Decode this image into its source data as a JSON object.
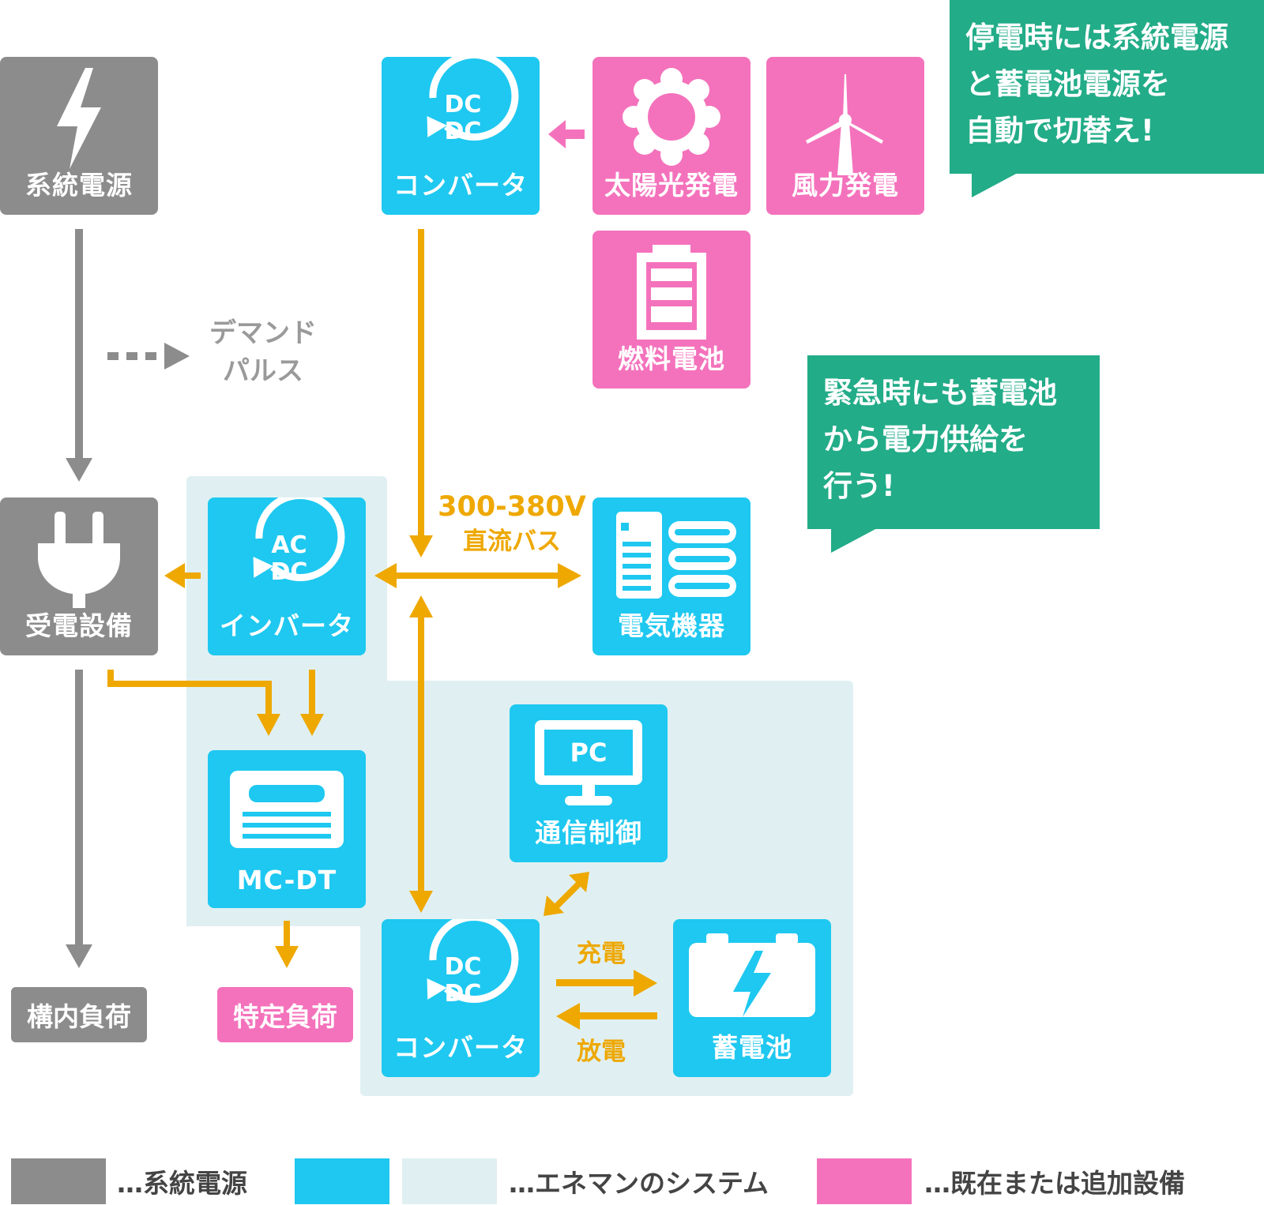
{
  "colors": {
    "grid": "#8c8c8c",
    "enerman_blue": "#1ec8f0",
    "enerman_light": "#e0f0f2",
    "additional_pink": "#f472bc",
    "arrow_orange": "#eea800",
    "bubble_green": "#22ac88"
  },
  "nodes": {
    "grid_power": {
      "label": "系統電源",
      "icon": "lightning-icon"
    },
    "dcdc_top": {
      "label": "コンバータ",
      "line1": "DC",
      "line2": "DC",
      "icon": "dcdc-cycle-icon"
    },
    "solar": {
      "label": "太陽光発電",
      "icon": "sun-icon"
    },
    "wind": {
      "label": "風力発電",
      "icon": "wind-turbine-icon"
    },
    "fuel_cell": {
      "label": "燃料電池",
      "icon": "fuel-cell-icon"
    },
    "receiving": {
      "label": "受電設備",
      "icon": "plug-icon"
    },
    "inverter": {
      "label": "インバータ",
      "line1": "AC",
      "line2": "DC",
      "icon": "acdc-cycle-icon"
    },
    "appliance": {
      "label": "電気機器",
      "icon": "appliance-icon"
    },
    "mcdt": {
      "label": "MC-DT",
      "icon": "mcdt-icon"
    },
    "control": {
      "label": "通信制御",
      "screen": "PC",
      "icon": "pc-monitor-icon"
    },
    "dcdc_bottom": {
      "label": "コンバータ",
      "line1": "DC",
      "line2": "DC",
      "icon": "dcdc-cycle-icon"
    },
    "battery": {
      "label": "蓄電池",
      "icon": "battery-icon"
    },
    "onsite_load": {
      "label": "構内負荷"
    },
    "specific_load": {
      "label": "特定負荷"
    }
  },
  "labels": {
    "demand_pulse_1": "デマンド",
    "demand_pulse_2": "パルス",
    "bus_voltage": "300-380V",
    "bus_name": "直流バス",
    "charge": "充電",
    "discharge": "放電"
  },
  "bubbles": {
    "top": [
      "停電時には系統電源",
      "と蓄電池電源を",
      "自動で切替え!"
    ],
    "middle": [
      "緊急時にも蓄電池",
      "から電力供給を",
      "行う!"
    ]
  },
  "legend": {
    "grid": "…系統電源",
    "enerman": "…エネマンのシステム",
    "additional": "…既在または追加設備"
  }
}
